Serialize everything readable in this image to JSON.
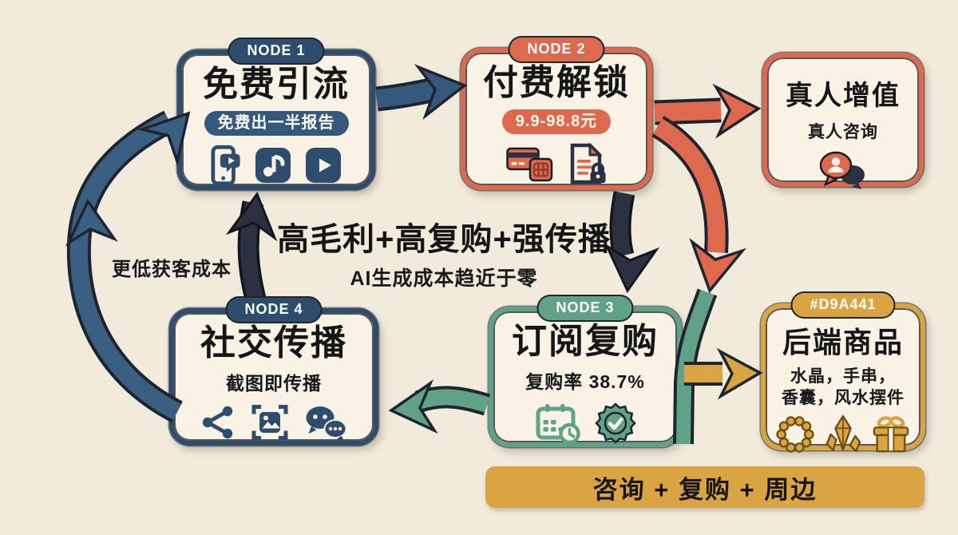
{
  "canvas": {
    "bg": "#f1ebdc"
  },
  "colors": {
    "blue": "#2e4c6b",
    "steel_blue": "#3b5f82",
    "navy": "#2a3140",
    "coral": "#dd6a4f",
    "teal": "#5fa287",
    "gold": "#d9a441",
    "cream": "#f8f3e5",
    "ink": "#1c1c1c"
  },
  "node1": {
    "tag": "NODE 1",
    "title": "免费引流",
    "badge": "免费出一半报告",
    "icons": [
      "phone-video-icon",
      "tiktok-icon",
      "video-play-icon"
    ]
  },
  "node2": {
    "tag": "NODE 2",
    "title": "付费解锁",
    "badge": "9.9-98.8元",
    "icons": [
      "credit-cards-icon",
      "locked-report-icon"
    ]
  },
  "node3": {
    "tag": "NODE 3",
    "title": "订阅复购",
    "subtitle": "复购率 38.7%",
    "icons": [
      "calendar-clock-icon",
      "seal-check-icon"
    ]
  },
  "node4": {
    "tag": "NODE 4",
    "title": "社交传播",
    "subtitle": "截图即传播",
    "icons": [
      "share-icon",
      "screenshot-icon",
      "wechat-icon"
    ]
  },
  "value_box": {
    "title": "真人增值",
    "subtitle": "真人咨询",
    "icon": "chat-person-icon"
  },
  "backend_box": {
    "tag": "#D9A441",
    "title": "后端商品",
    "subtitle_line1": "水晶，手串，",
    "subtitle_line2": "香囊，风水摆件",
    "icons": [
      "bead-bracelet-icon",
      "crystal-icon",
      "gift-icon"
    ]
  },
  "center": {
    "headline": "高毛利+高复购+强传播",
    "subline": "AI生成成本趋近于零"
  },
  "left_label": "更低获客成本",
  "banner": "咨询 + 复购 + 周边"
}
